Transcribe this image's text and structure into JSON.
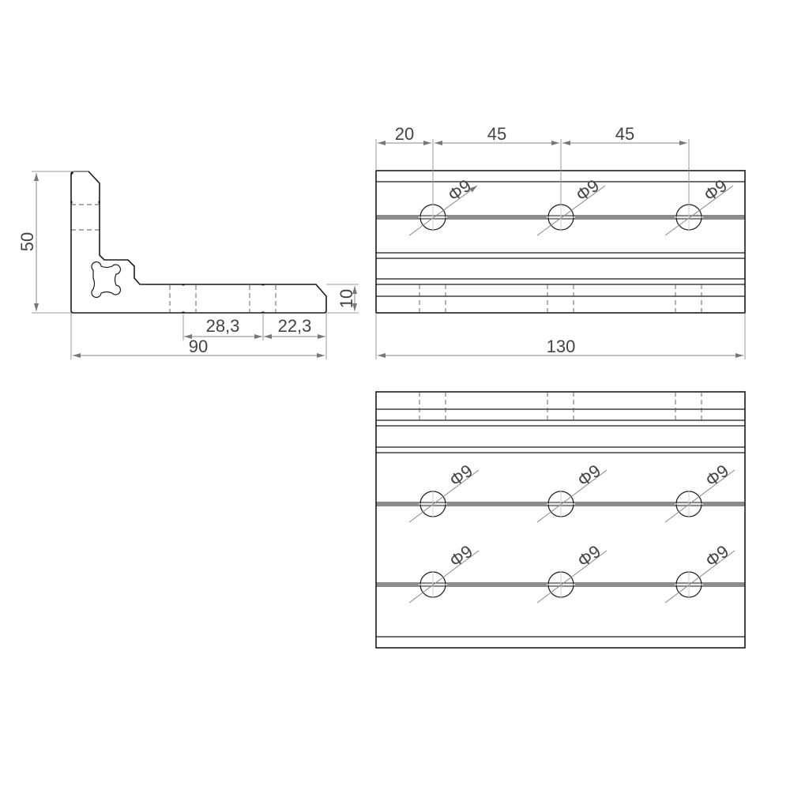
{
  "drawing": {
    "type": "technical-drawing",
    "subject": "aluminium angle bracket",
    "views": {
      "side_profile": {
        "dimensions": {
          "height": "50",
          "width": "90",
          "thickness": "10",
          "slot_offset_1": "28,3",
          "slot_offset_2": "22,3"
        }
      },
      "front_view": {
        "dimensions": {
          "edge_to_first_hole": "20",
          "hole_pitch_1": "45",
          "hole_pitch_2": "45",
          "overall_length": "130"
        },
        "holes": [
          {
            "label": "Φ9"
          },
          {
            "label": "Φ9"
          },
          {
            "label": "Φ9"
          }
        ]
      },
      "bottom_view": {
        "holes_row_1": [
          {
            "label": "Φ9"
          },
          {
            "label": "Φ9"
          },
          {
            "label": "Φ9"
          }
        ],
        "holes_row_2": [
          {
            "label": "Φ9"
          },
          {
            "label": "Φ9"
          },
          {
            "label": "Φ9"
          }
        ]
      }
    },
    "colors": {
      "outline": "#1a1a1a",
      "dimension": "#888888",
      "text": "#444444",
      "background": "#ffffff"
    }
  }
}
